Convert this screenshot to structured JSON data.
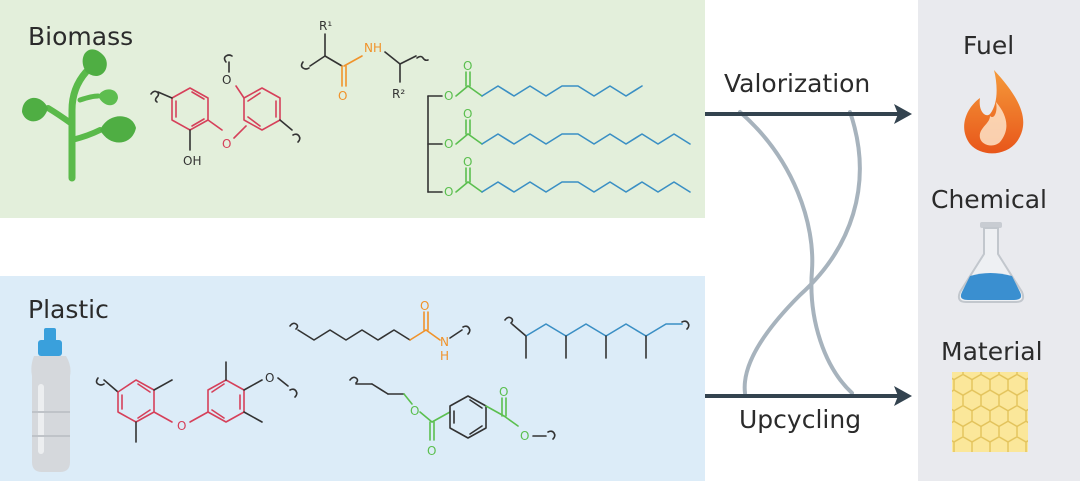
{
  "panels": {
    "biomass_label": "Biomass",
    "plastic_label": "Plastic"
  },
  "arrows": {
    "top_label": "Valorization",
    "bottom_label": "Upcycling"
  },
  "products": {
    "fuel_label": "Fuel",
    "chemical_label": "Chemical",
    "material_label": "Material"
  },
  "atoms": {
    "oh": "OH",
    "o": "O",
    "nh": "NH",
    "n": "N",
    "h": "H",
    "r1": "R¹",
    "r2": "R²"
  },
  "colors": {
    "biomass_bg": "#e3efdb",
    "plastic_bg": "#dcecf8",
    "products_bg": "#e9eaee",
    "arrow": "#33434f",
    "lignin": "#d6405a",
    "amide": "#f0932b",
    "ester": "#5bbf4f",
    "chain": "#3a8fc4",
    "flame": "#f06a1f",
    "flask_liquid": "#3a8fd0",
    "honeycomb": "#fbe79a"
  }
}
